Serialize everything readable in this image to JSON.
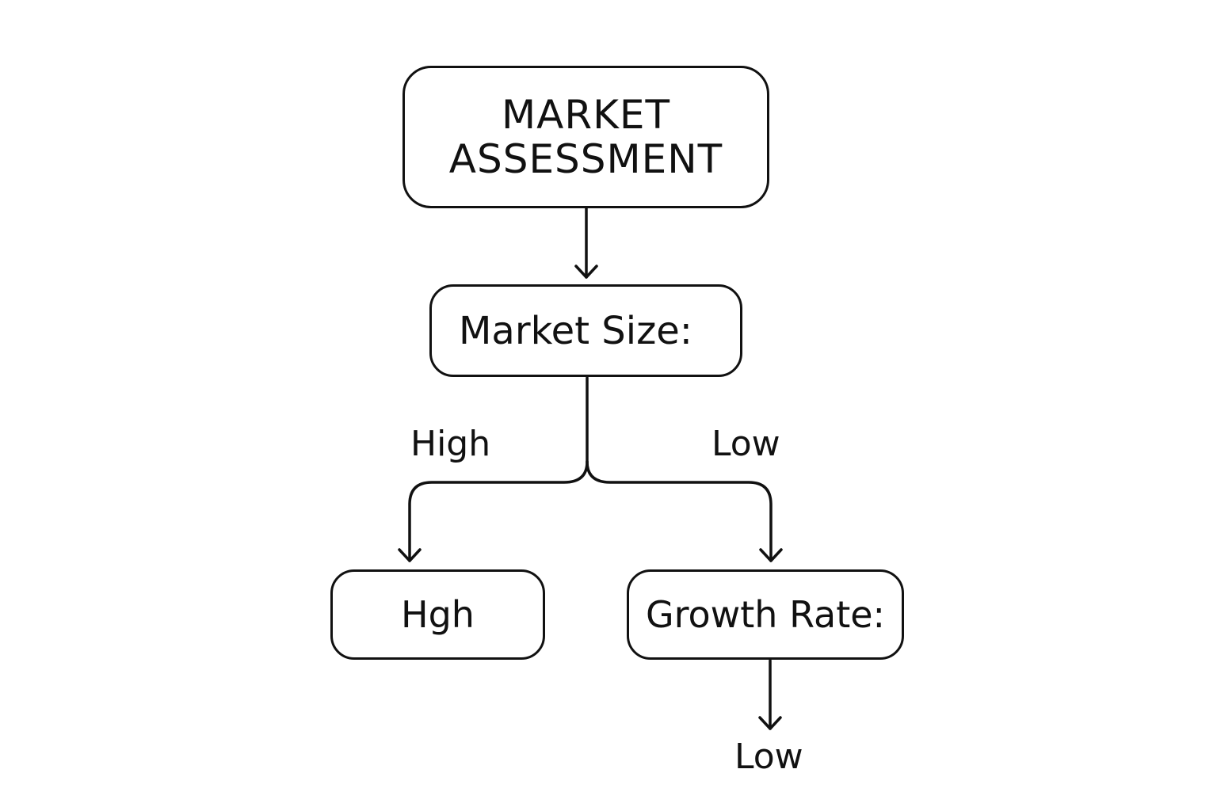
{
  "diagram": {
    "nodes": {
      "root": "MARKET\nASSESSMENT",
      "market_size": "Market Size:",
      "high_box": "Hgh",
      "growth_rate": "Growth Rate:"
    },
    "edge_labels": {
      "high": "High",
      "low": "Low",
      "growth_outcome": "Low"
    }
  }
}
